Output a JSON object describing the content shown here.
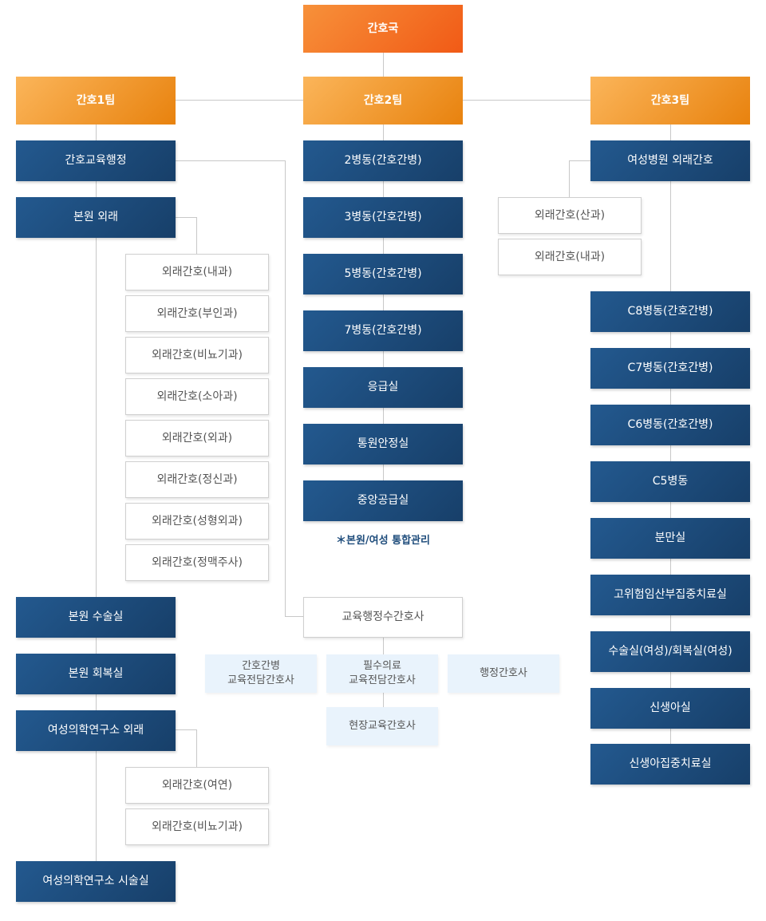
{
  "top": "간호국",
  "teams": {
    "t1": "간호1팀",
    "t2": "간호2팀",
    "t3": "간호3팀"
  },
  "team1": {
    "education_admin": "간호교육행정",
    "main_outpatient": "본원 외래",
    "main_outpatient_subs": [
      "외래간호(내과)",
      "외래간호(부인과)",
      "외래간호(비뇨기과)",
      "외래간호(소아과)",
      "외래간호(외과)",
      "외래간호(정신과)",
      "외래간호(성형외과)",
      "외래간호(정맥주사)"
    ],
    "main_or": "본원 수술실",
    "main_recovery": "본원 회복실",
    "womens_outpatient": "여성의학연구소 외래",
    "womens_outpatient_subs": [
      "외래간호(여연)",
      "외래간호(비뇨기과)"
    ],
    "womens_procedure": "여성의학연구소 시술실"
  },
  "team2": {
    "units": [
      "2병동(간호간병)",
      "3병동(간호간병)",
      "5병동(간호간병)",
      "7병동(간호간병)",
      "응급실",
      "통원안정실",
      "중앙공급실"
    ],
    "note": "＊본원/여성 통합관리"
  },
  "team3": {
    "womens_outpatient": "여성병원 외래간호",
    "outpatient_subs": [
      "외래간호(산과)",
      "외래간호(내과)"
    ],
    "units": [
      "C8병동(간호간병)",
      "C7병동(간호간병)",
      "C6병동(간호간병)",
      "C5병동",
      "분만실",
      "고위험임산부집중치료실",
      "수술실(여성)/회복실(여성)",
      "신생아실",
      "신생아집중치료실"
    ]
  },
  "education": {
    "head": "교육행정수간호사",
    "members": [
      "간호간병\n교육전담간호사",
      "필수의료\n교육전담간호사",
      "행정간호사",
      "현장교육간호사"
    ]
  }
}
